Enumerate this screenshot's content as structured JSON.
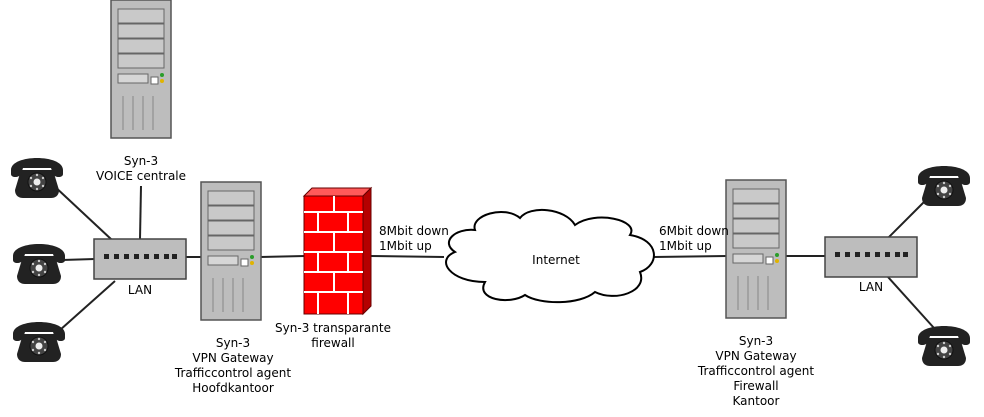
{
  "nodes": {
    "voice_server": {
      "lines": [
        "Syn-3",
        "VOICE centrale"
      ]
    },
    "lan_left": {
      "label": "LAN"
    },
    "gateway_left": {
      "lines": [
        "Syn-3",
        "VPN Gateway",
        "Trafficcontrol agent",
        "Hoofdkantoor"
      ]
    },
    "firewall": {
      "lines": [
        "Syn-3 transparante",
        "firewall"
      ]
    },
    "internet": {
      "label": "Internet"
    },
    "gateway_right": {
      "lines": [
        "Syn-3",
        "VPN Gateway",
        "Trafficcontrol agent",
        "Firewall",
        "Kantoor"
      ]
    },
    "lan_right": {
      "label": "LAN"
    }
  },
  "links": {
    "left_uplink": [
      "8Mbit down",
      "1Mbit up"
    ],
    "right_uplink": [
      "6Mbit down",
      "1Mbit up"
    ]
  },
  "icons": [
    "phone-icon",
    "server-tower-icon",
    "network-switch-icon",
    "brick-firewall-icon",
    "cloud-icon"
  ],
  "colors": {
    "firewall": "#ff0000",
    "server": "#bdbdbd",
    "switch": "#bdbdbd",
    "phone": "#222222"
  }
}
